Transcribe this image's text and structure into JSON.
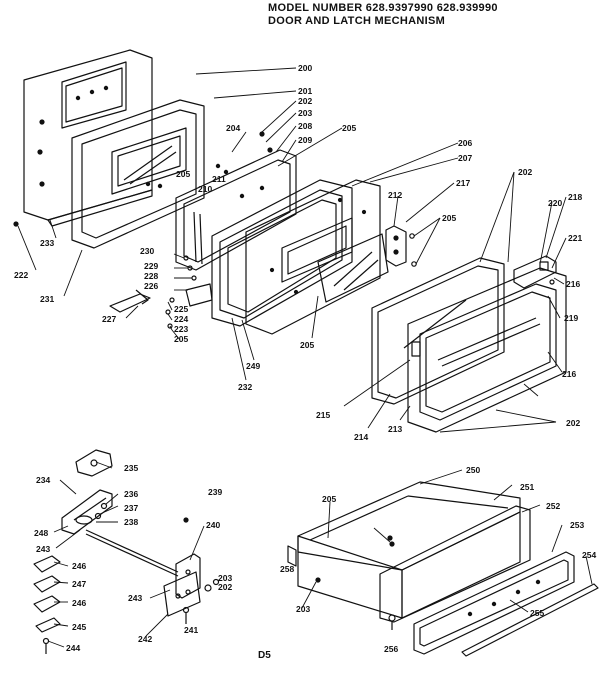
{
  "header": {
    "model": "MODEL NUMBER 628.9397990 628.939990",
    "title": "DOOR AND LATCH MECHANISM"
  },
  "labels": {
    "p200": "200",
    "p201": "201",
    "p202": "202",
    "p203": "203",
    "p204": "204",
    "p205": "205",
    "p206": "206",
    "p207": "207",
    "p208": "208",
    "p209": "209",
    "p210": "210",
    "p211": "211",
    "p212": "212",
    "p213": "213",
    "p214": "214",
    "p215": "215",
    "p216": "216",
    "p217": "217",
    "p218": "218",
    "p219": "219",
    "p220": "220",
    "p221": "221",
    "p222": "222",
    "p223": "223",
    "p224": "224",
    "p225": "225",
    "p226": "226",
    "p227": "227",
    "p228": "228",
    "p229": "229",
    "p230": "230",
    "p231": "231",
    "p232": "232",
    "p233": "233",
    "p234": "234",
    "p235": "235",
    "p236": "236",
    "p237": "237",
    "p238": "238",
    "p239": "239",
    "p240": "240",
    "p241": "241",
    "p242": "242",
    "p243": "243",
    "p244": "244",
    "p245": "245",
    "p246": "246",
    "p247": "247",
    "p248": "248",
    "p249": "249",
    "p250": "250",
    "p251": "251",
    "p252": "252",
    "p253": "253",
    "p254": "254",
    "p255": "255",
    "p256": "256",
    "p258": "258",
    "footer": "D5"
  }
}
